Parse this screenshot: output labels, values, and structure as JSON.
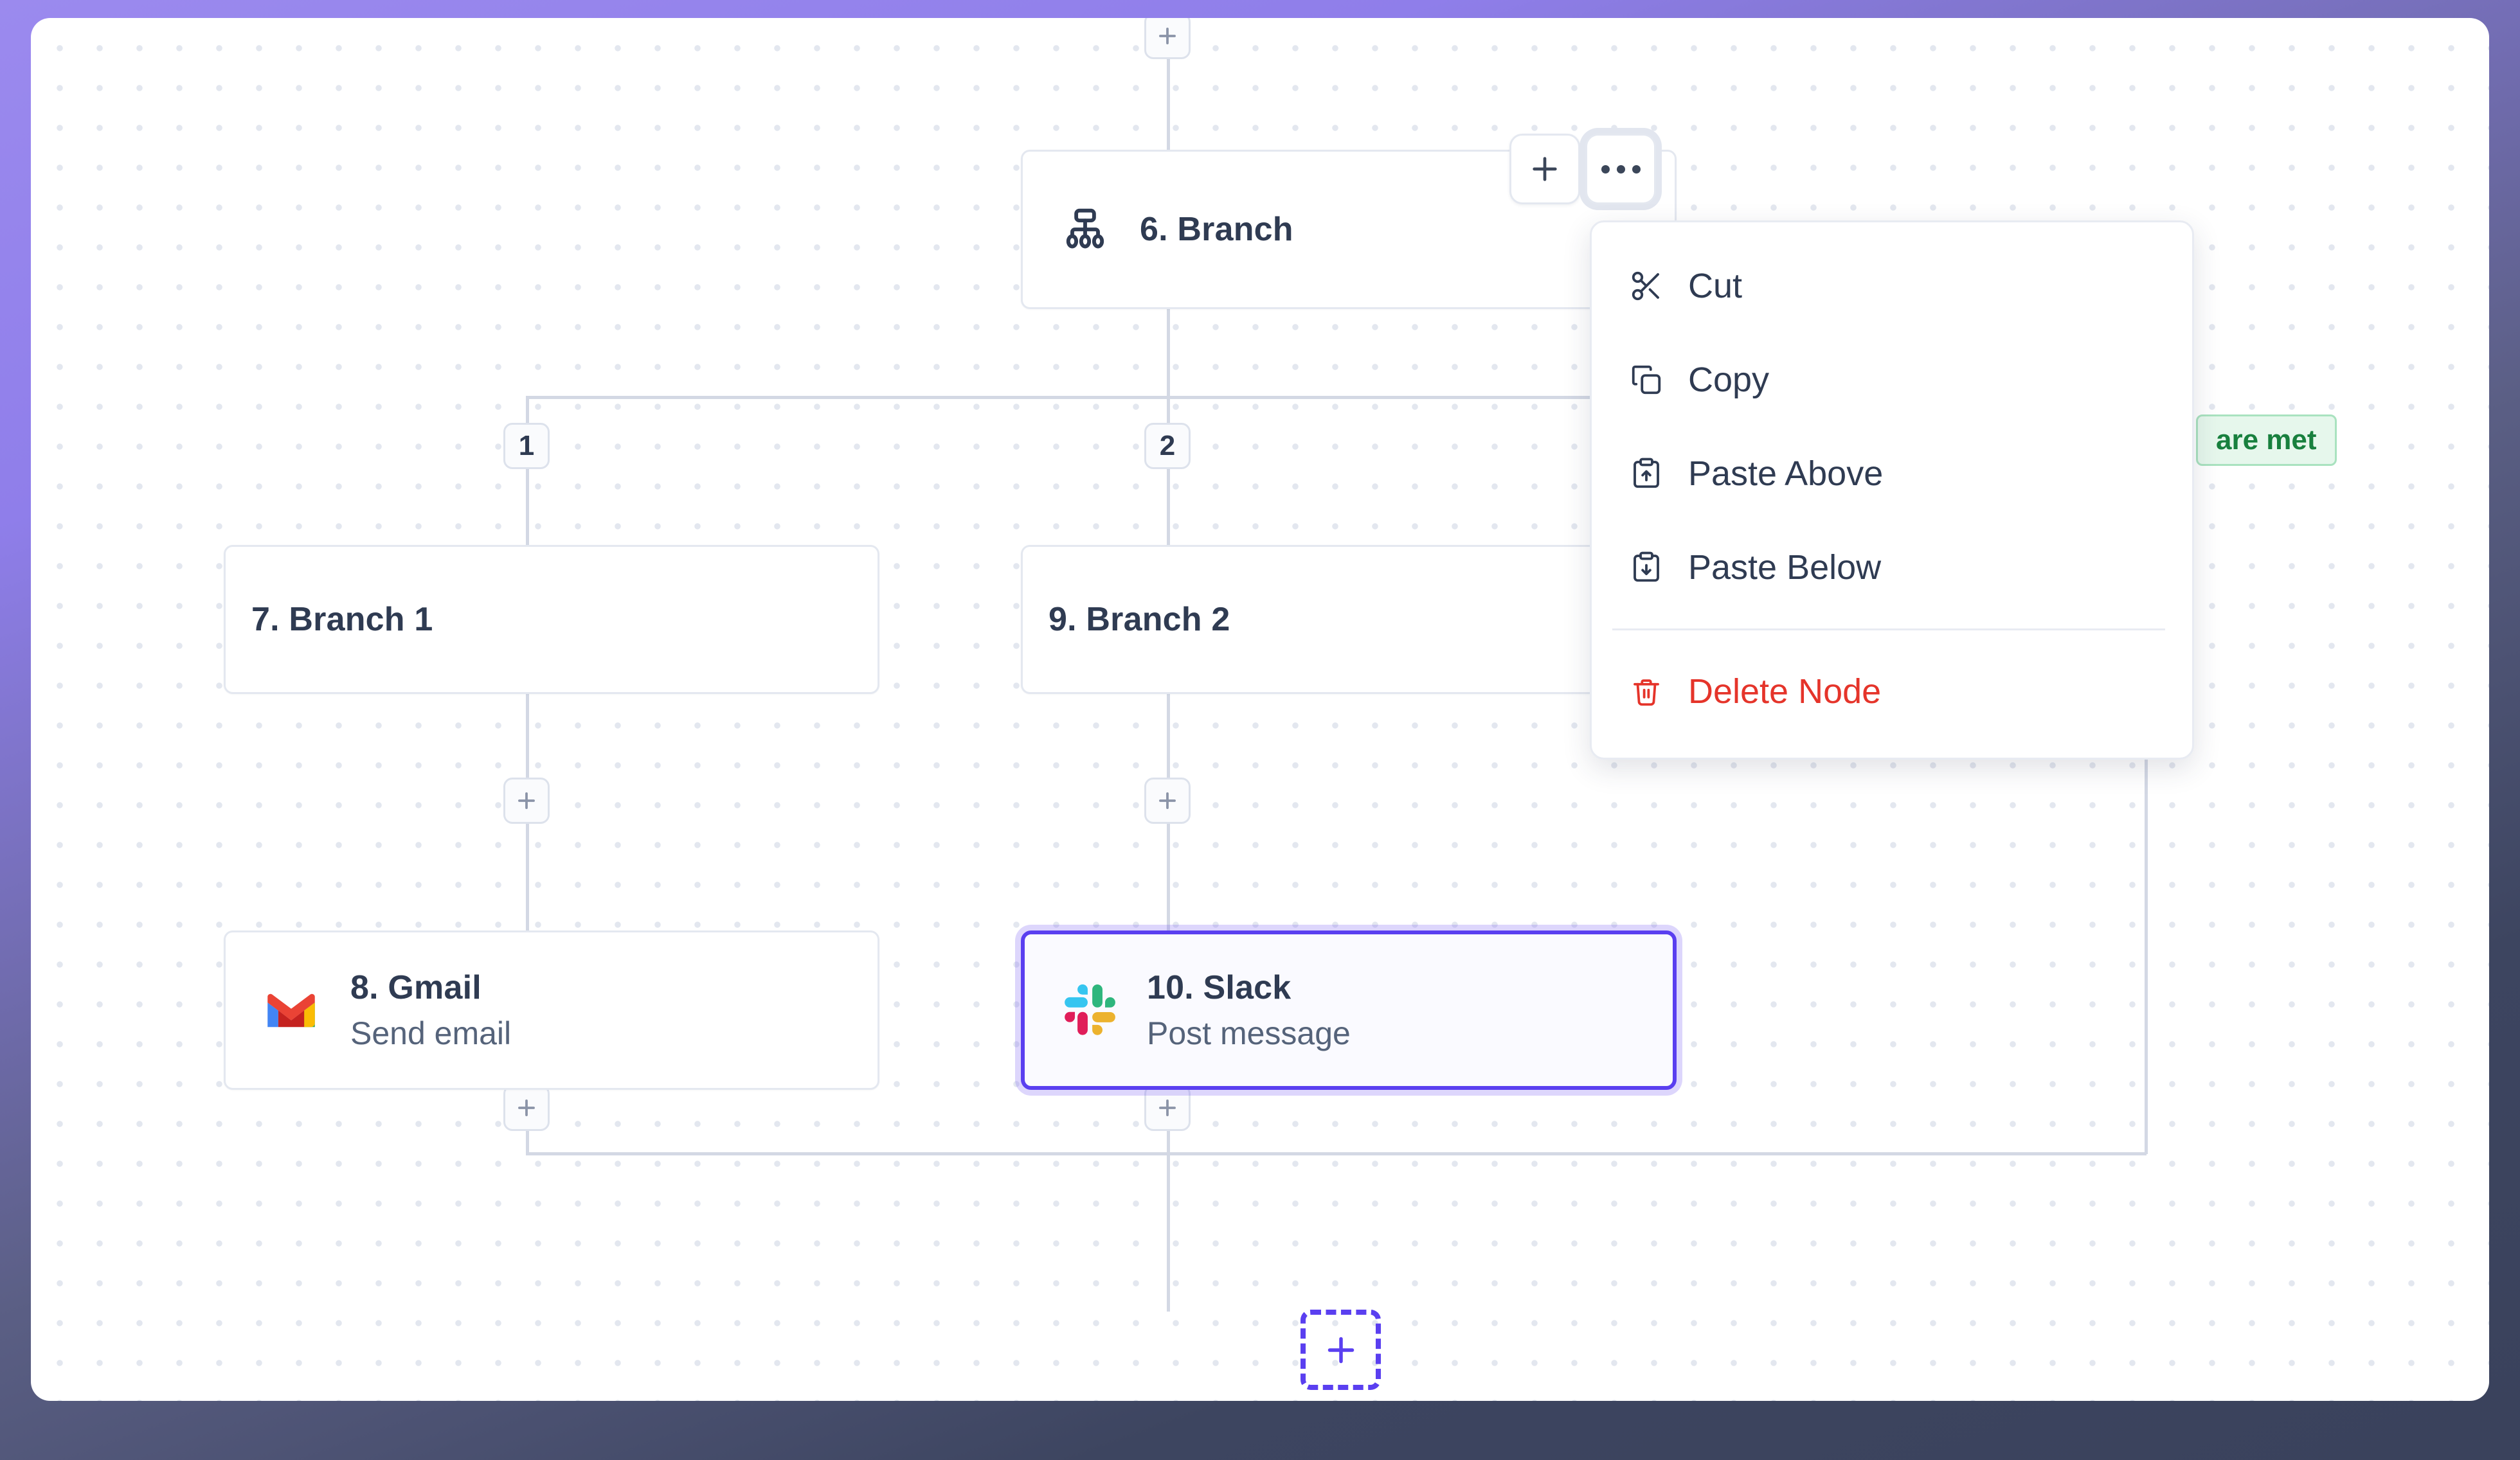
{
  "canvas": {
    "background_color": "#ffffff",
    "frame_gradient_from": "#9b8aee",
    "frame_gradient_to": "#3a425c",
    "accent_color": "#5a3ff0"
  },
  "nodes": [
    {
      "id": "branch",
      "title": "6. Branch",
      "subtitle": "",
      "icon": "branch-hierarchy-icon",
      "selected": false
    },
    {
      "id": "branch1",
      "title": "7. Branch 1",
      "subtitle": "",
      "icon": "",
      "selected": false
    },
    {
      "id": "branch2",
      "title": "9. Branch 2",
      "subtitle": "",
      "icon": "",
      "selected": false
    },
    {
      "id": "gmail",
      "title": "8. Gmail",
      "subtitle": "Send email",
      "icon": "gmail-icon",
      "selected": false
    },
    {
      "id": "slack",
      "title": "10. Slack",
      "subtitle": "Post message",
      "icon": "slack-icon",
      "selected": true
    }
  ],
  "branch_labels": {
    "one": "1",
    "two": "2"
  },
  "status_badge": {
    "text": "are met",
    "color": "#18803e",
    "background": "#e6f7ec"
  },
  "toolbar": {
    "add_node_icon": "plus-icon",
    "more_options_icon": "ellipsis-horizontal-icon"
  },
  "context_menu": {
    "items": [
      {
        "label": "Cut",
        "icon": "scissors-icon",
        "danger": false
      },
      {
        "label": "Copy",
        "icon": "copy-icon",
        "danger": false
      },
      {
        "label": "Paste Above",
        "icon": "clipboard-up-icon",
        "danger": false
      },
      {
        "label": "Paste Below",
        "icon": "clipboard-down-icon",
        "danger": false
      },
      {
        "label": "Delete Node",
        "icon": "trash-icon",
        "danger": true
      }
    ]
  },
  "add_buttons": {
    "edge_plus_icon": "plus-icon",
    "placeholder_icon": "plus-icon"
  }
}
